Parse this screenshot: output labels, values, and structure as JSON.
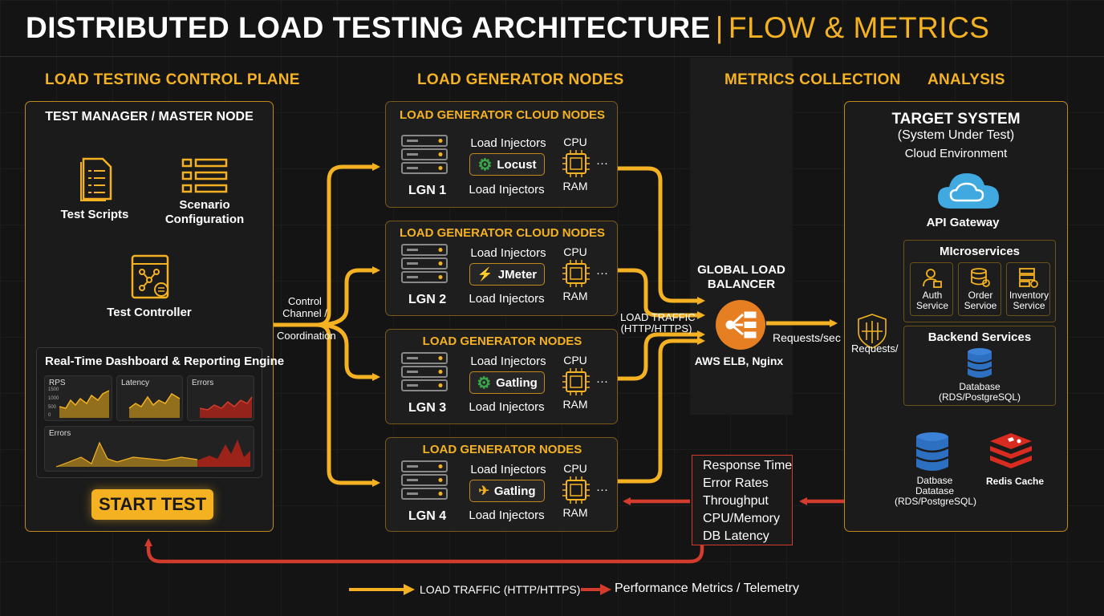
{
  "title": {
    "main": "DISTRIBUTED LOAD TESTING ARCHITECTURE",
    "separator": "|",
    "sub": "FLOW & METRICS"
  },
  "sections": {
    "control_plane": "LOAD TESTING CONTROL PLANE",
    "generator_nodes": "LOAD GENERATOR NODES",
    "metrics_collection": "METRICS COLLECTION",
    "analysis": "ANALYSIS"
  },
  "control": {
    "title": "TEST MANAGER / MASTER NODE",
    "scripts": "Test Scripts",
    "scenario_line1": "Scenario",
    "scenario_line2": "Configuration",
    "controller": "Test Controller",
    "dashboard_title": "Real-Time Dashboard & Reporting Engine",
    "charts": [
      {
        "label": "RPS",
        "ticks": [
          "1500",
          "1000",
          "500",
          "0"
        ]
      },
      {
        "label": "Latency",
        "ticks": [
          "",
          "",
          "",
          ""
        ]
      },
      {
        "label": "Errors",
        "ticks": [
          "",
          "",
          "",
          ""
        ]
      },
      {
        "label": "Errors",
        "ticks": [
          "",
          "",
          "",
          "",
          ""
        ]
      }
    ],
    "start_button": "START TEST"
  },
  "channel": {
    "line1": "Control",
    "line2": "Channel /",
    "line3": "Coordination"
  },
  "generators": [
    {
      "title": "LOAD GENERATOR CLOUD NODES",
      "name": "LGN 1",
      "top_label": "Load Injectors",
      "tool": "Locust",
      "bottom_label": "Load  Injectors",
      "cpu": "CPU",
      "ram": "RAM",
      "dots": "···"
    },
    {
      "title": "LOAD GENERATOR CLOUD NODES",
      "name": "LGN 2",
      "top_label": "Load Injectors",
      "tool": "JMeter",
      "bottom_label": "Load  Injectors",
      "cpu": "CPU",
      "ram": "RAM",
      "dots": "···"
    },
    {
      "title": "LOAD GENERATOR NODES",
      "name": "LGN 3",
      "top_label": "Load Injectors",
      "tool": "Gatling",
      "bottom_label": "Load Injectors",
      "cpu": "CPU",
      "ram": "RAM",
      "dots": "···"
    },
    {
      "title": "LOAD GENERATOR NODES",
      "name": "LGN 4",
      "top_label": "Load Injectors",
      "tool": "Gatling",
      "bottom_label": "Load Injectors",
      "cpu": "CPU",
      "ram": "RAM",
      "dots": "···"
    }
  ],
  "load_traffic_label_line1": "LOAD TRAFFIC",
  "load_traffic_label_line2": "(HTTP/HTTPS)",
  "balancer": {
    "title_line1": "GLOBAL LOAD",
    "title_line2": "BALANCER",
    "subtitle": "AWS ELB, Nginx"
  },
  "requests_sec": "Requests/sec",
  "requests": "Requests/",
  "metrics": [
    "Response Time",
    "Error Rates",
    "Throughput",
    "CPU/Memory",
    "DB Latency"
  ],
  "target": {
    "title": "TARGET SYSTEM",
    "subtitle": "(System Under Test)",
    "env": "Cloud Environment",
    "api_gateway": "API Gateway",
    "microservices_title": "MIcroservices",
    "services": [
      {
        "line1": "Auth",
        "line2": "Service"
      },
      {
        "line1": "Order",
        "line2": "Servioe"
      },
      {
        "line1": "Inventory",
        "line2": "Service"
      }
    ],
    "backend_title": "Backend Services",
    "backend_db_line1": "Database",
    "backend_db_line2": "(RDS/PostgreSQL)",
    "db_line1": "Datbase",
    "db_line2": "Datatase",
    "db_line3": "(RDS/PostgreSQL)",
    "redis": "Redis Cache"
  },
  "legend": {
    "load": "LOAD TRAFFIC (HTTP/HTTPS)",
    "metrics": "Performance Metrics / Telemetry"
  },
  "colors": {
    "accent": "#f4b223",
    "metrics": "#d33b2c",
    "bg": "#141414"
  }
}
